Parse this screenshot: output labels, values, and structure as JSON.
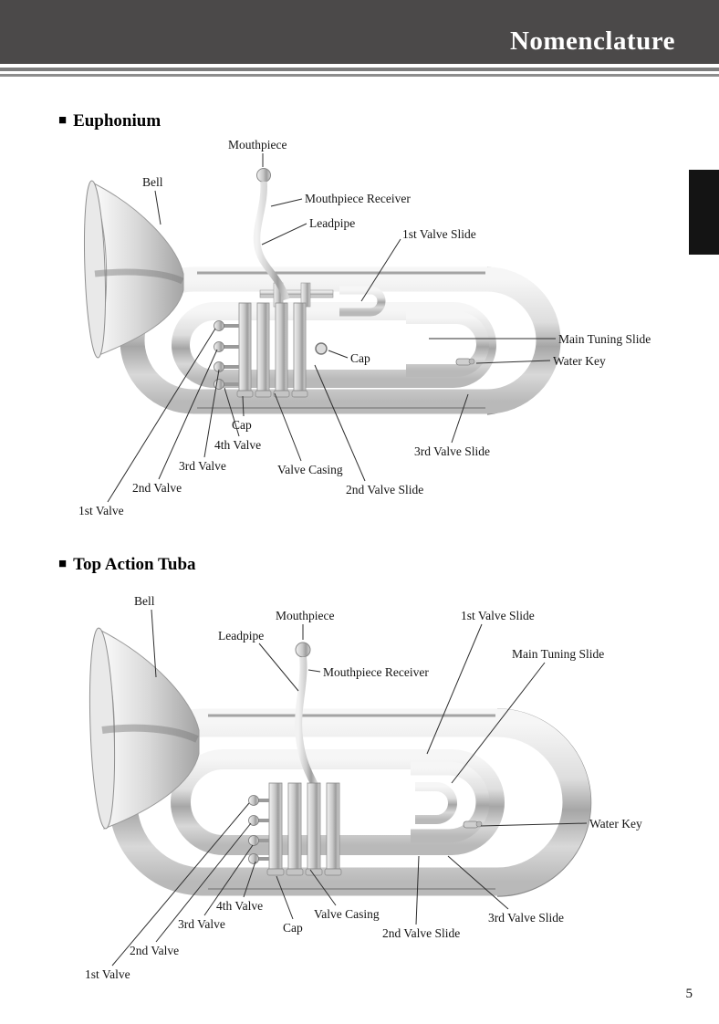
{
  "header": {
    "title": "Nomenclature"
  },
  "sections": {
    "euphonium": {
      "bullet": "■",
      "title": "Euphonium",
      "labels": {
        "mouthpiece": "Mouthpiece",
        "bell": "Bell",
        "mouthpiece_receiver": "Mouthpiece Receiver",
        "leadpipe": "Leadpipe",
        "first_valve_slide": "1st Valve Slide",
        "main_tuning_slide": "Main Tuning Slide",
        "cap_center": "Cap",
        "water_key": "Water Key",
        "cap_lower": "Cap",
        "fourth_valve": "4th Valve",
        "third_valve": "3rd Valve",
        "valve_casing": "Valve Casing",
        "third_valve_slide": "3rd Valve Slide",
        "second_valve": "2nd Valve",
        "second_valve_slide": "2nd Valve Slide",
        "first_valve": "1st Valve"
      }
    },
    "tuba": {
      "bullet": "■",
      "title": "Top Action Tuba",
      "labels": {
        "bell": "Bell",
        "mouthpiece": "Mouthpiece",
        "first_valve_slide": "1st Valve Slide",
        "leadpipe": "Leadpipe",
        "main_tuning_slide": "Main Tuning Slide",
        "mouthpiece_receiver": "Mouthpiece Receiver",
        "water_key": "Water Key",
        "fourth_valve": "4th Valve",
        "third_valve": "3rd Valve",
        "cap": "Cap",
        "valve_casing": "Valve Casing",
        "second_valve_slide": "2nd Valve Slide",
        "third_valve_slide": "3rd Valve Slide",
        "second_valve": "2nd Valve",
        "first_valve": "1st Valve"
      }
    }
  },
  "footer": {
    "page_number": "5"
  }
}
